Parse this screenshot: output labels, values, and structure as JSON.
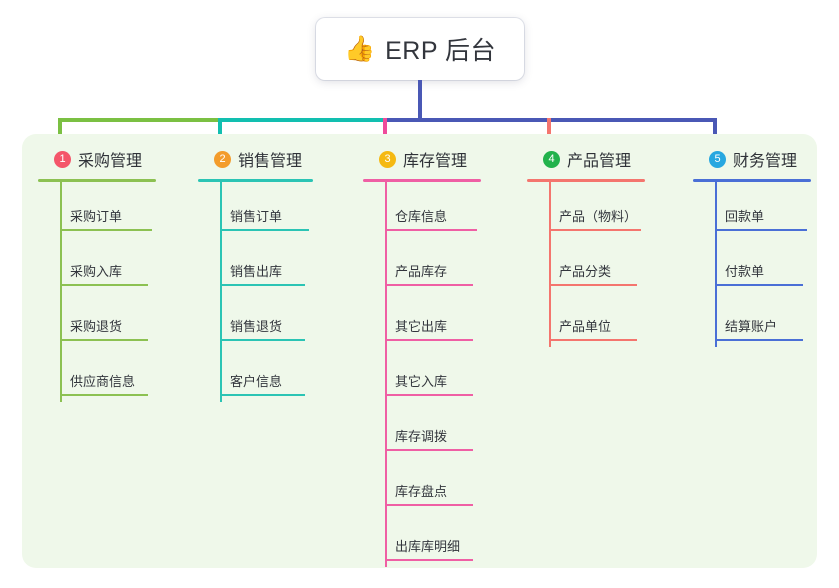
{
  "root": {
    "icon": "thumbs-up-icon",
    "emoji": "👍",
    "title": "ERP 后台"
  },
  "colors": {
    "panel_bg": "#eff8ea",
    "page_bg": "#ffffff",
    "root_stem": "#4a58b5",
    "bus_left": "#7bc043",
    "bus_mid": "#12bfb0",
    "bus_right": "#4a58b5",
    "text": "#33363d"
  },
  "columns": [
    {
      "number": "1",
      "title": "采购管理",
      "accent": "#8cc152",
      "badge_color": "#f4566a",
      "drop_color": "#7bc043",
      "items": [
        "采购订单",
        "采购入库",
        "采购退货",
        "供应商信息"
      ]
    },
    {
      "number": "2",
      "title": "销售管理",
      "accent": "#2bc4b4",
      "badge_color": "#f39c2b",
      "drop_color": "#12bfb0",
      "items": [
        "销售订单",
        "销售出库",
        "销售退货",
        "客户信息"
      ]
    },
    {
      "number": "3",
      "title": "库存管理",
      "accent": "#ef5fa4",
      "badge_color": "#f5b912",
      "drop_color": "#ef4b9b",
      "items": [
        "仓库信息",
        "产品库存",
        "其它出库",
        "其它入库",
        "库存调拨",
        "库存盘点",
        "出库库明细"
      ]
    },
    {
      "number": "4",
      "title": "产品管理",
      "accent": "#f4756e",
      "badge_color": "#22b24c",
      "drop_color": "#f4756e",
      "items": [
        "产品（物料）",
        "产品分类",
        "产品单位"
      ]
    },
    {
      "number": "5",
      "title": "财务管理",
      "accent": "#4a6fd6",
      "badge_color": "#27a7e0",
      "drop_color": "#4a58b5",
      "items": [
        "回款单",
        "付款单",
        "结算账户"
      ]
    }
  ],
  "chart_data": {
    "type": "tree",
    "title": "ERP 后台",
    "root": "ERP 后台",
    "branches": [
      {
        "name": "采购管理",
        "index": 1,
        "children": [
          "采购订单",
          "采购入库",
          "采购退货",
          "供应商信息"
        ]
      },
      {
        "name": "销售管理",
        "index": 2,
        "children": [
          "销售订单",
          "销售出库",
          "销售退货",
          "客户信息"
        ]
      },
      {
        "name": "库存管理",
        "index": 3,
        "children": [
          "仓库信息",
          "产品库存",
          "其它出库",
          "其它入库",
          "库存调拨",
          "库存盘点",
          "出库库明细"
        ]
      },
      {
        "name": "产品管理",
        "index": 4,
        "children": [
          "产品（物料）",
          "产品分类",
          "产品单位"
        ]
      },
      {
        "name": "财务管理",
        "index": 5,
        "children": [
          "回款单",
          "付款单",
          "结算账户"
        ]
      }
    ]
  }
}
